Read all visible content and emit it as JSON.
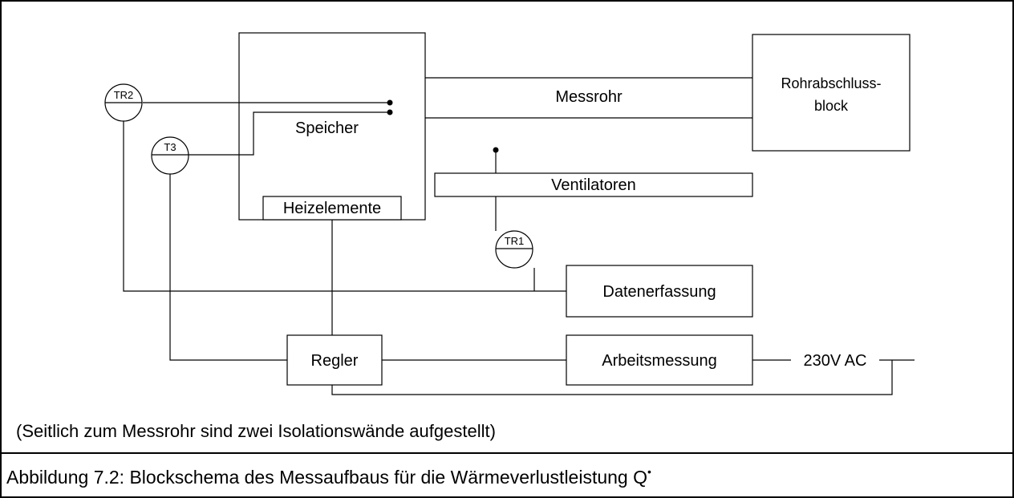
{
  "diagram": {
    "blocks": {
      "speicher": "Speicher",
      "heizelemente": "Heizelemente",
      "messrohr": "Messrohr",
      "rohrabschluss_line1": "Rohrabschluss-",
      "rohrabschluss_line2": "block",
      "ventilatoren": "Ventilatoren",
      "datenerfassung": "Datenerfassung",
      "regler": "Regler",
      "arbeitsmessung": "Arbeitsmessung"
    },
    "sensors": {
      "tr2": "TR2",
      "t3": "T3",
      "tr1": "TR1"
    },
    "supply_label": "230V AC"
  },
  "note": "(Seitlich zum Messrohr sind zwei Isolationswände aufgestellt)",
  "caption": {
    "text": "Abbildung 7.2: Blockschema des Messaufbaus für die Wärmeverlustleistung Q",
    "superscript": "•"
  }
}
